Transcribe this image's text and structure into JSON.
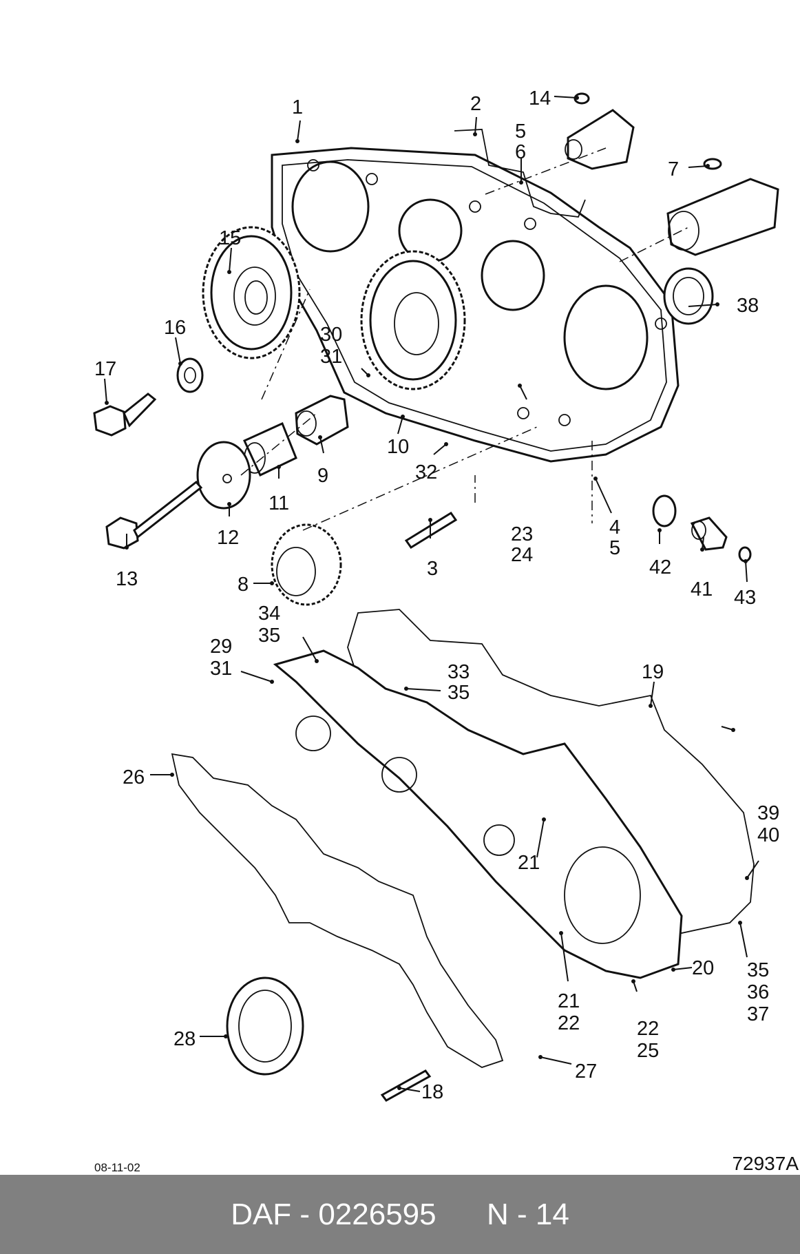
{
  "labels": {
    "l1": "1",
    "l2": "2",
    "l3": "3",
    "l4": "4",
    "l5": "5",
    "l6": "6",
    "l7": "7",
    "l8": "8",
    "l9": "9",
    "l10": "10",
    "l11": "11",
    "l12": "12",
    "l13": "13",
    "l14": "14",
    "l15": "15",
    "l16": "16",
    "l17": "17",
    "l18": "18",
    "l19": "19",
    "l20": "20",
    "l21": "21",
    "l22": "22",
    "l23": "23",
    "l24": "24",
    "l25": "25",
    "l26": "26",
    "l27": "27",
    "l28": "28",
    "l29": "29",
    "l30": "30",
    "l31": "31",
    "l32": "32",
    "l33": "33",
    "l34": "34",
    "l35": "35",
    "l36": "36",
    "l37": "37",
    "l38": "38",
    "l39": "39",
    "l40": "40",
    "l41": "41",
    "l42": "42",
    "l43": "43"
  },
  "date": "08-11-02",
  "drawing_code": "72937A",
  "footer": {
    "brand": "DAF",
    "separator": "-",
    "part_number": "0226595",
    "page": "N - 14"
  }
}
